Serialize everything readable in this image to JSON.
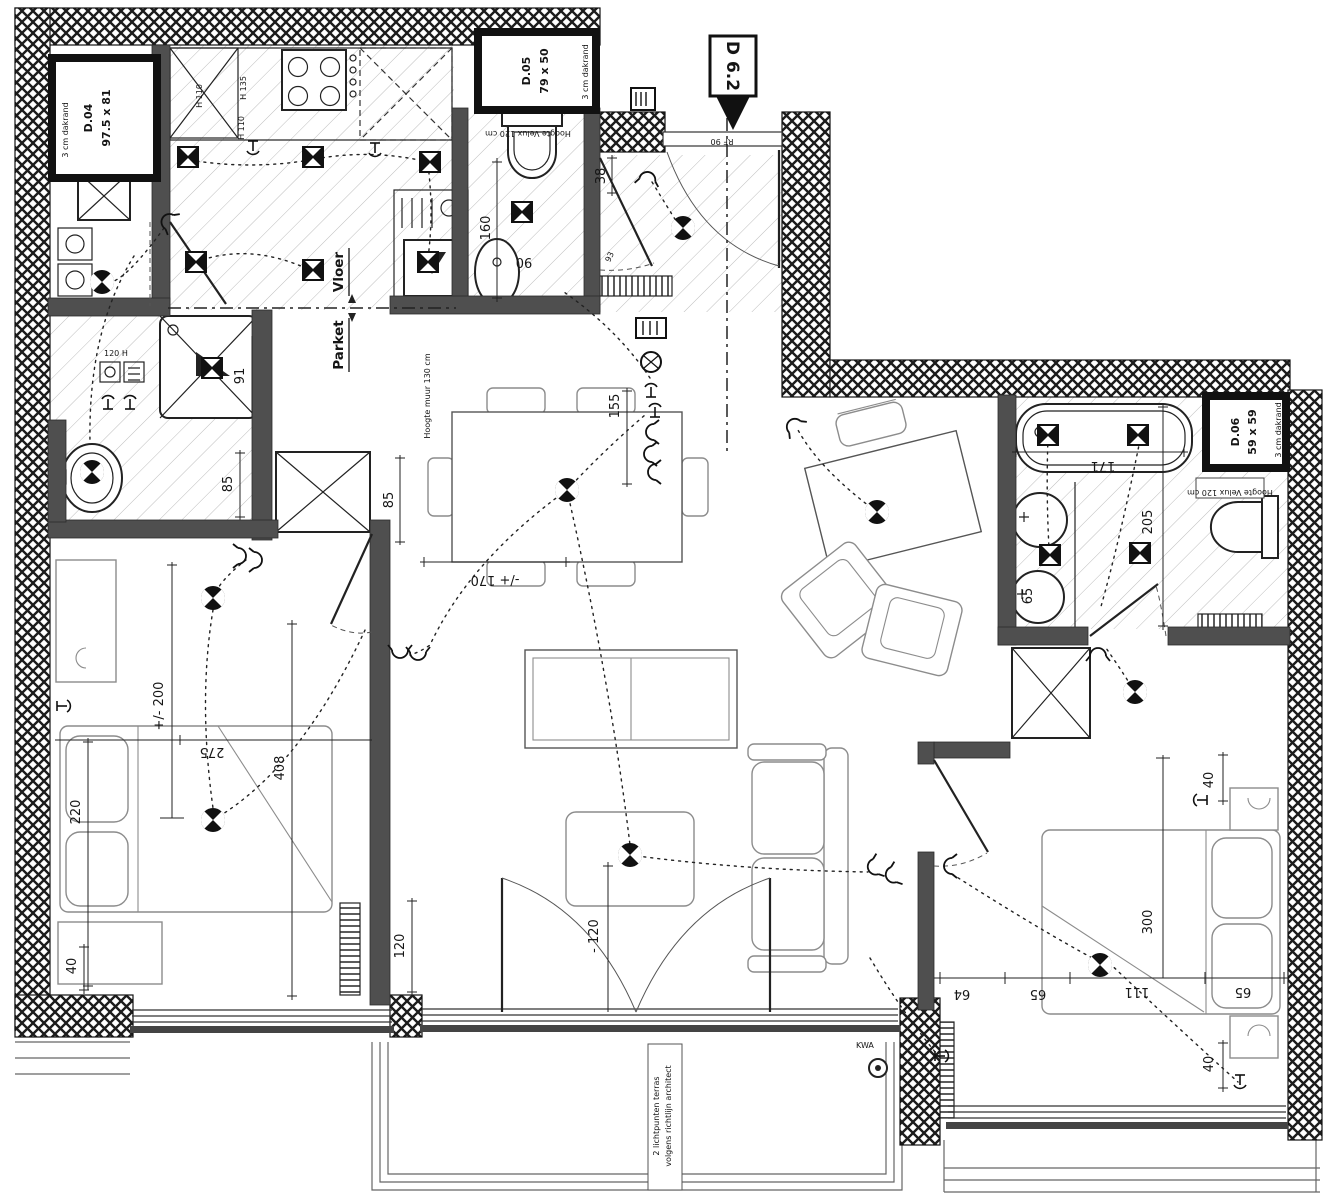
{
  "flag": {
    "label": "D 6.2"
  },
  "windows": {
    "d04": {
      "code": "D.04",
      "size": "97.5 x 81",
      "note": "3 cm dakrand"
    },
    "d05": {
      "code": "D.05",
      "size": "79 x 50",
      "note": "3 cm dakrand"
    },
    "d06": {
      "code": "D.06",
      "size": "59 x 59",
      "note": "3 cm dakrand"
    },
    "velux_wc": "Hoogte Velux 120 cm",
    "velux_right": "Hoogte Velux 120 cm"
  },
  "annotations": {
    "parket": "Parket",
    "vloer": "Vloer",
    "hoogte_muur": "Hoogte muur 130 cm",
    "rf90": "RF 90",
    "door93": "93",
    "kwa": "KWA",
    "terras_line1": "2 lichtpunten terras",
    "terras_line2": "volgens richtlijn architect",
    "h110a": "H 110",
    "h135": "H 135",
    "h110b": "H 110",
    "h120": "120 H"
  },
  "dims": {
    "wc_h": "160",
    "wc_w": "90",
    "hall": "38",
    "dining_n": "155",
    "dining_w": "-/+ 170",
    "bath_l": "85",
    "shower": "91",
    "living_w": "85",
    "bedl_len": "+/- 200",
    "bedl_275": "275",
    "bedl_408": "408",
    "bedl_220": "220",
    "bedl_40": "40",
    "ward_120": "120",
    "doors_120": "- 120",
    "bedr_300": "300",
    "bedr_64": "64",
    "bedr_65a": "65",
    "bedr_111": "111",
    "bedr_65b": "65",
    "bathr_65": "65",
    "bedr_40a": "40",
    "bedr_40b": "40",
    "bathr_171": "171",
    "bathr_205": "205"
  },
  "colors": {
    "wall": "#4f4f4f",
    "line": "#151515",
    "furniture": "#8c8c8c"
  }
}
